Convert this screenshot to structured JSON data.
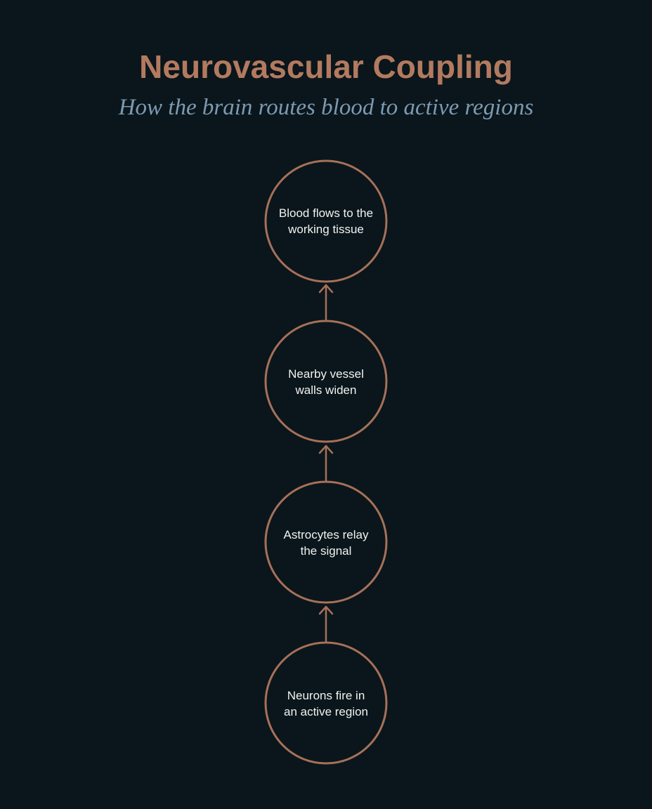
{
  "header": {
    "title": "Neurovascular Coupling",
    "subtitle": "How the brain routes blood to active regions"
  },
  "diagram": {
    "direction": "bottom-to-top",
    "colors": {
      "background": "#0a161b",
      "title": "#b37a60",
      "subtitle": "#7d9ab4",
      "node_stroke": "#a77059",
      "node_text": "#f2f2f2"
    },
    "nodes": [
      {
        "id": "step-4",
        "lines": [
          "Blood flows to the",
          "working tissue"
        ]
      },
      {
        "id": "step-3",
        "lines": [
          "Nearby vessel",
          "walls widen"
        ]
      },
      {
        "id": "step-2",
        "lines": [
          "Astrocytes relay",
          "the signal"
        ]
      },
      {
        "id": "step-1",
        "lines": [
          "Neurons fire in",
          "an active region"
        ]
      }
    ],
    "edges": [
      {
        "from": "step-1",
        "to": "step-2"
      },
      {
        "from": "step-2",
        "to": "step-3"
      },
      {
        "from": "step-3",
        "to": "step-4"
      }
    ]
  }
}
